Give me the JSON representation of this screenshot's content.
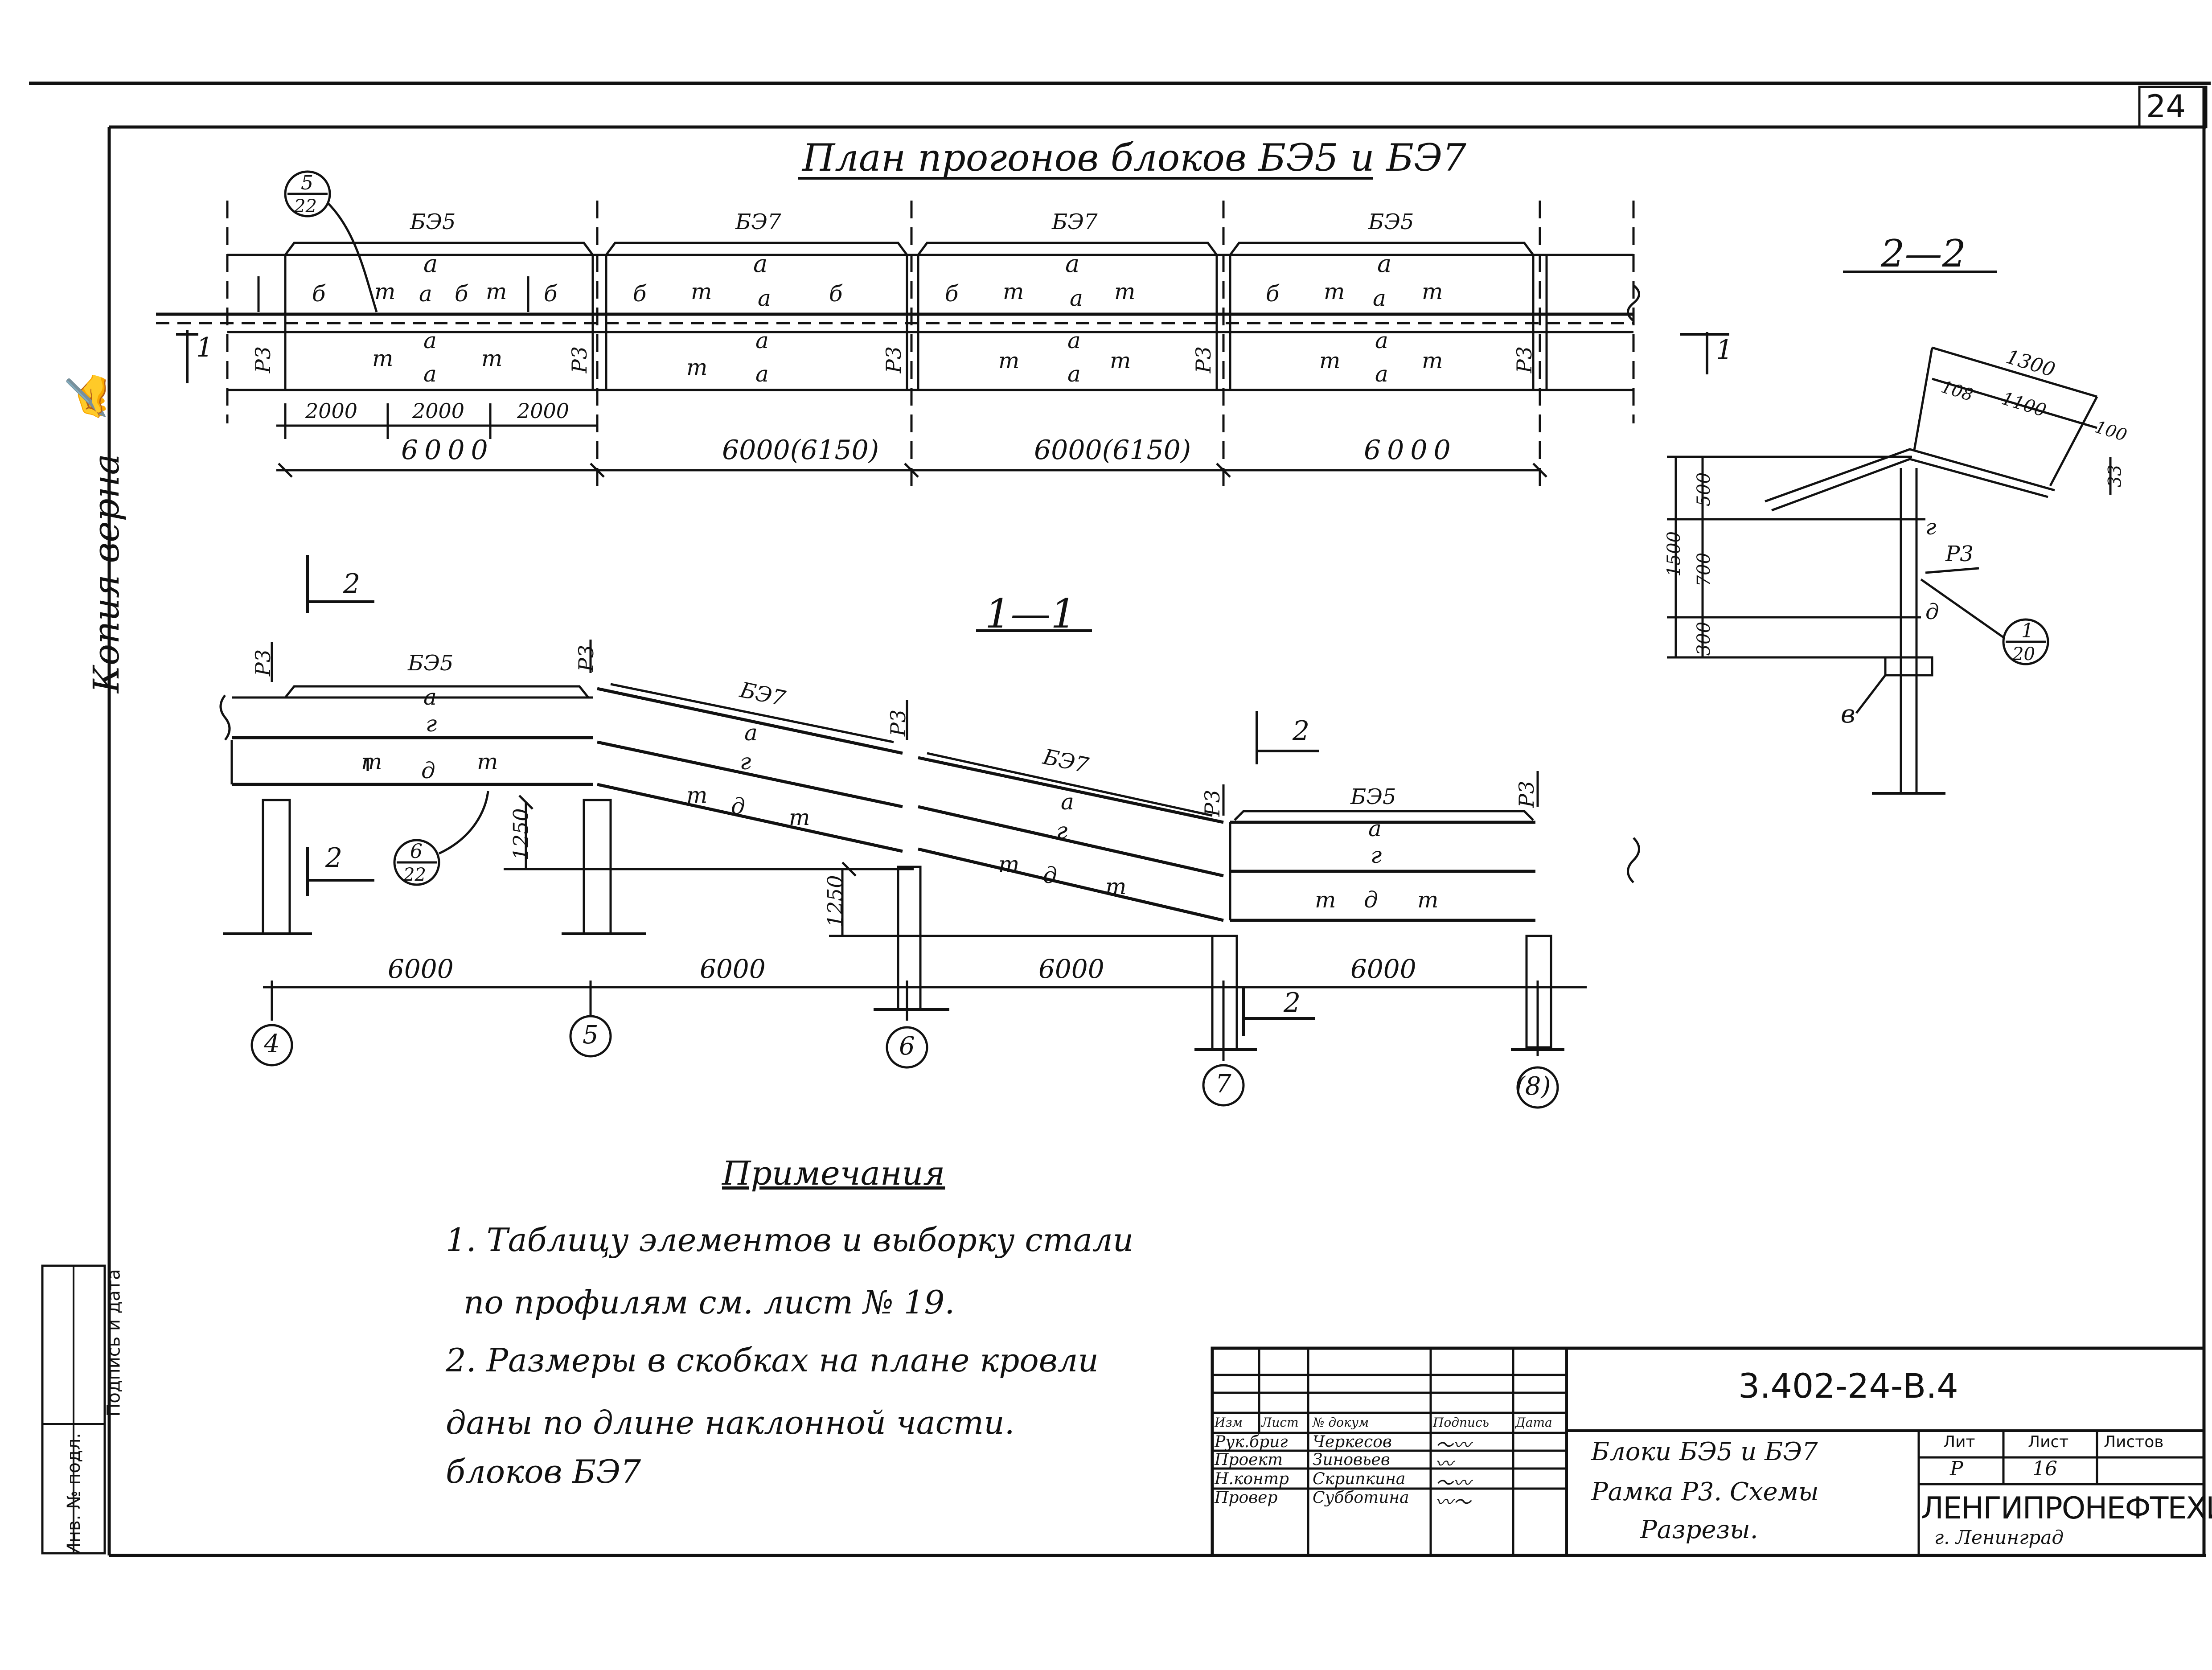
{
  "sheet_number": "24",
  "side_note": "Копия верна",
  "plan": {
    "title": "План прогонов блоков БЭ5 и БЭ7",
    "block_labels": [
      "БЭ5",
      "БЭ7",
      "БЭ7",
      "БЭ5"
    ],
    "callout": {
      "top": "5",
      "bottom": "22"
    },
    "element_letters": {
      "a": "а",
      "b": "б",
      "t": "т",
      "r3": "Р3"
    },
    "sub_dims": [
      "2000",
      "2000",
      "2000"
    ],
    "main_dims": [
      "6000",
      "6000(6150)",
      "6000(6150)",
      "6000"
    ],
    "cut_marker": "1"
  },
  "section_11": {
    "title": "1—1",
    "block_labels": [
      "БЭ5",
      "БЭ7",
      "БЭ7",
      "БЭ5"
    ],
    "letters": {
      "a": "а",
      "g": "г",
      "d": "д",
      "t": "т",
      "r3": "Р3"
    },
    "callout": {
      "top": "6",
      "bottom": "22"
    },
    "heights": [
      "1250",
      "1250"
    ],
    "spans": [
      "6000",
      "6000",
      "6000",
      "6000"
    ],
    "axes": [
      "4",
      "5",
      "6",
      "7",
      "(8)"
    ],
    "cut_label": "2"
  },
  "section_22": {
    "title": "2—2",
    "dims_top": [
      "1300",
      "108",
      "1100",
      "100"
    ],
    "dim_side": "33",
    "dims_vert": [
      "1500",
      "500",
      "700",
      "300"
    ],
    "labels": {
      "g": "г",
      "d": "д",
      "r3": "Р3",
      "v": "в"
    },
    "callout": {
      "top": "1",
      "bottom": "20"
    },
    "cut_marker": "1"
  },
  "notes": {
    "title": "Примечания",
    "lines": [
      "1. Таблицу элементов и выборку стали",
      "по профилям см. лист № 19.",
      "2. Размеры в скобках на плане кровли",
      "даны по длине наклонной части.",
      "блоков БЭ7"
    ]
  },
  "left_stamp": {
    "col1": "Инв. № подл.",
    "col2": "Подпись и дата"
  },
  "title_block": {
    "code": "3.402-24-В.4",
    "header": [
      "Изм",
      "Лист",
      "№ докум",
      "Подпись",
      "Дата"
    ],
    "rows": [
      {
        "role": "Рук.бриг",
        "name": "Черкесов"
      },
      {
        "role": "Проект",
        "name": "Зиновьев"
      },
      {
        "role": "Н.контр",
        "name": "Скрипкина"
      },
      {
        "role": "Провер",
        "name": "Субботина"
      }
    ],
    "description": [
      "Блоки БЭ5 и БЭ7",
      "Рамка Р3. Схемы",
      "Разрезы."
    ],
    "stage_header": [
      "Лит",
      "Лист",
      "Листов"
    ],
    "stage": "Р",
    "sheet": "16",
    "org": "ЛЕНГИПРОНЕФТЕХИМ",
    "city": "г. Ленинград"
  }
}
